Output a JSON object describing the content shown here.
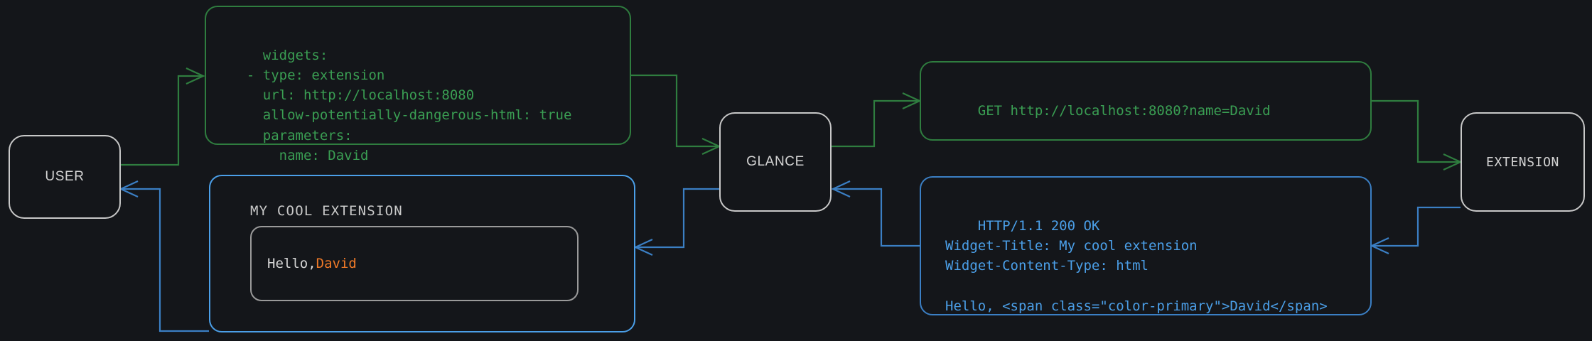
{
  "diagram": {
    "title": "glance extension widget request flow",
    "background": "#14161a",
    "colors": {
      "green": "#3a9e53",
      "green_border": "#2f7d3f",
      "blue": "#4b9fe8",
      "blue_border": "#3b7fc4",
      "neutral": "#c8c8c8",
      "accent_orange": "#f07a28"
    }
  },
  "actors": [
    {
      "id": "user",
      "label": "USER"
    },
    {
      "id": "glance",
      "label": "GLANCE"
    },
    {
      "id": "extension",
      "label": "EXTENSION"
    }
  ],
  "panels": {
    "yaml_config": {
      "color": "green",
      "lines": [
        "widgets:",
        "  - type: extension",
        "    url: http://localhost:8080",
        "    allow-potentially-dangerous-html: true",
        "    parameters:",
        "      name: David"
      ],
      "text": "widgets:\n  - type: extension\n    url: http://localhost:8080\n    allow-potentially-dangerous-html: true\n    parameters:\n      name: David"
    },
    "http_request": {
      "color": "green",
      "lines": [
        "GET http://localhost:8080?name=David"
      ],
      "text": "GET http://localhost:8080?name=David"
    },
    "http_response": {
      "color": "blue",
      "lines": [
        "HTTP/1.1 200 OK",
        "Widget-Title: My cool extension",
        "Widget-Content-Type: html",
        "",
        "Hello, <span class=\"color-primary\">David</span>"
      ],
      "text": "HTTP/1.1 200 OK\nWidget-Title: My cool extension\nWidget-Content-Type: html\n\nHello, <span class=\"color-primary\">David</span>"
    },
    "rendered_widget": {
      "color": "blue",
      "title": "MY COOL EXTENSION",
      "body_prefix": "Hello, ",
      "body_accent": "David"
    }
  },
  "arrows": [
    {
      "id": "user-to-config",
      "color": "green",
      "from": "user",
      "to": "yaml_config"
    },
    {
      "id": "config-to-glance",
      "color": "green",
      "from": "yaml_config",
      "to": "glance"
    },
    {
      "id": "glance-to-request",
      "color": "green",
      "from": "glance",
      "to": "http_request"
    },
    {
      "id": "request-to-extension",
      "color": "green",
      "from": "http_request",
      "to": "extension"
    },
    {
      "id": "extension-to-response",
      "color": "blue",
      "from": "extension",
      "to": "http_response"
    },
    {
      "id": "response-to-glance",
      "color": "blue",
      "from": "http_response",
      "to": "glance"
    },
    {
      "id": "glance-to-widget",
      "color": "blue",
      "from": "glance",
      "to": "rendered_widget"
    },
    {
      "id": "widget-to-user",
      "color": "blue",
      "from": "rendered_widget",
      "to": "user"
    }
  ]
}
